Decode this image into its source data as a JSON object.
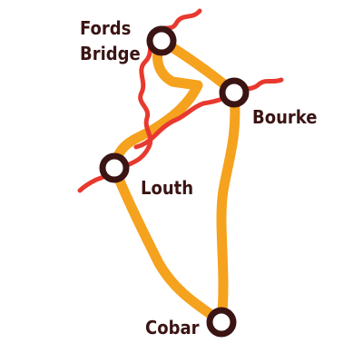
{
  "map": {
    "colors": {
      "background": "#ffffff",
      "river": "#e8392f",
      "road": "#f5a21e",
      "town_ring": "#3b1414",
      "town_fill": "#ffffff",
      "label": "#3b1414"
    },
    "towns": [
      {
        "id": "fords-bridge",
        "label_lines": [
          "Fords",
          "Bridge"
        ]
      },
      {
        "id": "bourke",
        "label_lines": [
          "Bourke"
        ]
      },
      {
        "id": "louth",
        "label_lines": [
          "Louth"
        ]
      },
      {
        "id": "cobar",
        "label_lines": [
          "Cobar"
        ]
      }
    ]
  }
}
